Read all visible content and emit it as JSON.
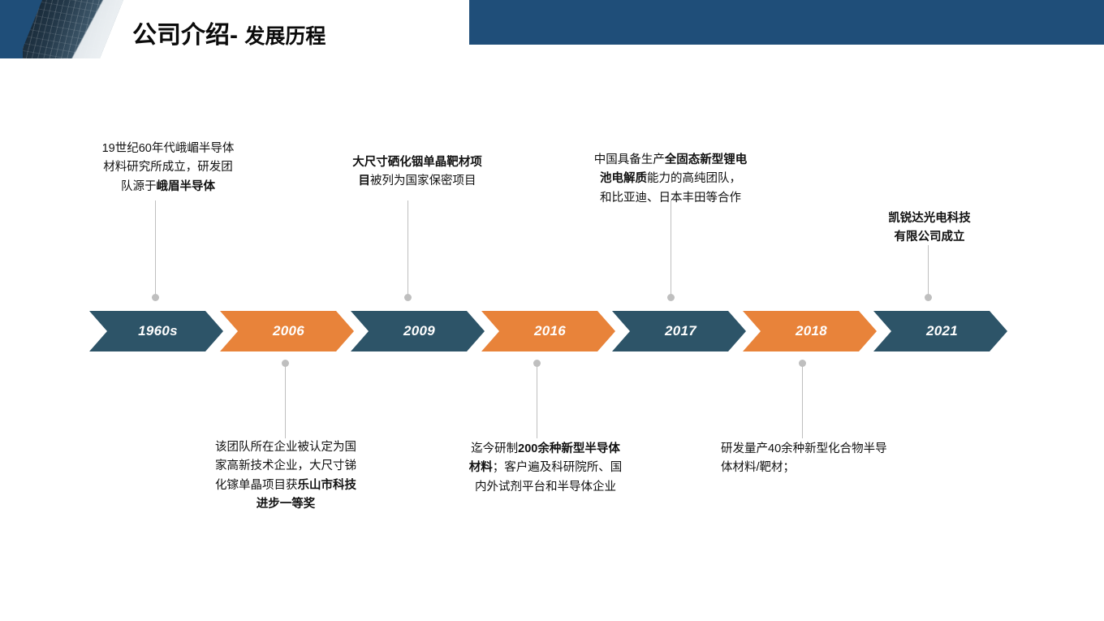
{
  "slide": {
    "title_main": "公司介绍",
    "title_sep": "- ",
    "title_sub": "发展历程"
  },
  "colors": {
    "header_blue": "#1f4e79",
    "chevron_teal": "#2d5468",
    "chevron_orange": "#e8833a",
    "connector_gray": "#bfbfbf",
    "text_dark": "#111111"
  },
  "timeline": {
    "milestones": [
      {
        "year": "1960s",
        "color": "teal",
        "position": "above",
        "note_plain_1": "19世纪60年代峨嵋半导体",
        "note_plain_2": "材料研究所成立，研发团",
        "note_plain_3": "队源于",
        "note_bold_1": "峨眉半导体"
      },
      {
        "year": "2006",
        "color": "orange",
        "position": "below",
        "note_plain_1": "该团队所在企业被认定为国",
        "note_plain_2": "家高新技术企业，大尺寸锑",
        "note_plain_3": "化镓单晶项目获",
        "note_bold_1": "乐山市科技",
        "note_bold_2": "进步一等奖"
      },
      {
        "year": "2009",
        "color": "teal",
        "position": "above",
        "note_bold_1": "大尺寸硒化铟单晶靶材项",
        "note_bold_2": "目",
        "note_plain_1": "被列为国家保密项目"
      },
      {
        "year": "2016",
        "color": "orange",
        "position": "below",
        "note_plain_1": "迄今研制",
        "note_bold_1": "200余种新型半导体",
        "note_bold_2": "材料",
        "note_plain_2": "；客户遍及科研院所、国",
        "note_plain_3": "内外试剂平台和半导体企业"
      },
      {
        "year": "2017",
        "color": "teal",
        "position": "above",
        "note_plain_1": "中国具备生产",
        "note_bold_1": "全固态新型锂电",
        "note_bold_2": "池电解质",
        "note_plain_2": "能力的高纯团队，",
        "note_plain_3": "和比亚迪、日本丰田等合作"
      },
      {
        "year": "2018",
        "color": "orange",
        "position": "below",
        "note_plain_1": "研发量产40余种新型化合物半导",
        "note_plain_2": "体材料/靶材；"
      },
      {
        "year": "2021",
        "color": "teal",
        "position": "above",
        "note_bold_1": "凯锐达光电科技",
        "note_bold_2": "有限公司成立"
      }
    ]
  }
}
